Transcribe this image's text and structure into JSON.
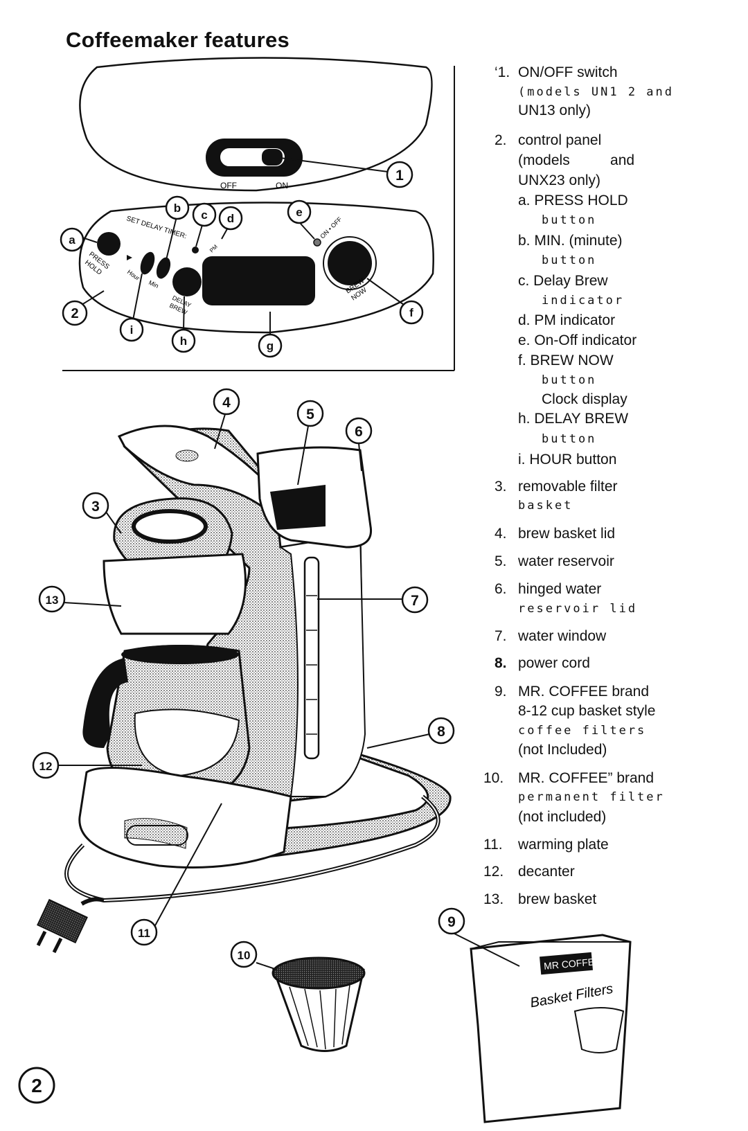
{
  "page": {
    "title": "Coffeemaker features",
    "page_number": "2"
  },
  "panel": {
    "off_label": "OFF",
    "on_label": "ON",
    "set_delay_timer": "SET DELAY TIMER:",
    "press_hold": "PRESS HOLD",
    "hour": "Hour",
    "min": "Min",
    "delay_brew": "DELAY BREW",
    "pm": "PM",
    "on_off": "ON • OFF",
    "brew_now": "BREW NOW"
  },
  "callouts": {
    "n1": "1",
    "n2": "2",
    "n3": "3",
    "n4": "4",
    "n5": "5",
    "n6": "6",
    "n7": "7",
    "n8": "8",
    "n9": "9",
    "n10": "10",
    "n11": "11",
    "n12": "12",
    "n13": "13",
    "a": "a",
    "b": "b",
    "c": "c",
    "d": "d",
    "e": "e",
    "f": "f",
    "g": "g",
    "h": "h",
    "i": "i"
  },
  "box_label": "MR COFFEE",
  "box_script": "Basket Filters",
  "features": [
    {
      "num": "‘1.",
      "text": "ON/OFF switch"
    },
    {
      "text": "(models UN1 2 and"
    },
    {
      "text": "UN13 only)"
    },
    {
      "num": "2.",
      "text": "control panel"
    },
    {
      "text": "(models          and"
    },
    {
      "text": "UNX23 only)"
    },
    {
      "text": "a. PRESS HOLD"
    },
    {
      "text": "button"
    },
    {
      "text": "b. MIN. (minute)"
    },
    {
      "text": "button"
    },
    {
      "text": "c. Delay Brew"
    },
    {
      "text": "indicator"
    },
    {
      "text": "d. PM indicator"
    },
    {
      "text": "e. On-Off indicator"
    },
    {
      "text": "f. BREW NOW"
    },
    {
      "text": "button"
    },
    {
      "text": "Clock display"
    },
    {
      "text": "h. DELAY BREW"
    },
    {
      "text": "button"
    },
    {
      "text": "i. HOUR button"
    },
    {
      "num": "3.",
      "text": "removable filter"
    },
    {
      "text": "basket"
    },
    {
      "num": "4.",
      "text": "brew basket lid"
    },
    {
      "num": "5.",
      "text": "water reservoir"
    },
    {
      "num": "6.",
      "text": "hinged water"
    },
    {
      "text": "reservoir lid"
    },
    {
      "num": "7.",
      "text": "water window"
    },
    {
      "num": "8.",
      "text": "power cord"
    },
    {
      "num": "9.",
      "text": "MR. COFFEE brand"
    },
    {
      "text": "8-12 cup basket style"
    },
    {
      "text": "coffee filters"
    },
    {
      "text": "(not Included)"
    },
    {
      "num": "10.",
      "text": "MR. COFFEE” brand"
    },
    {
      "text": "permanent filter"
    },
    {
      "text": "(not included)"
    },
    {
      "num": "11.",
      "text": "warming plate"
    },
    {
      "num": "12.",
      "text": "decanter"
    },
    {
      "num": "13.",
      "text": "brew basket"
    }
  ]
}
